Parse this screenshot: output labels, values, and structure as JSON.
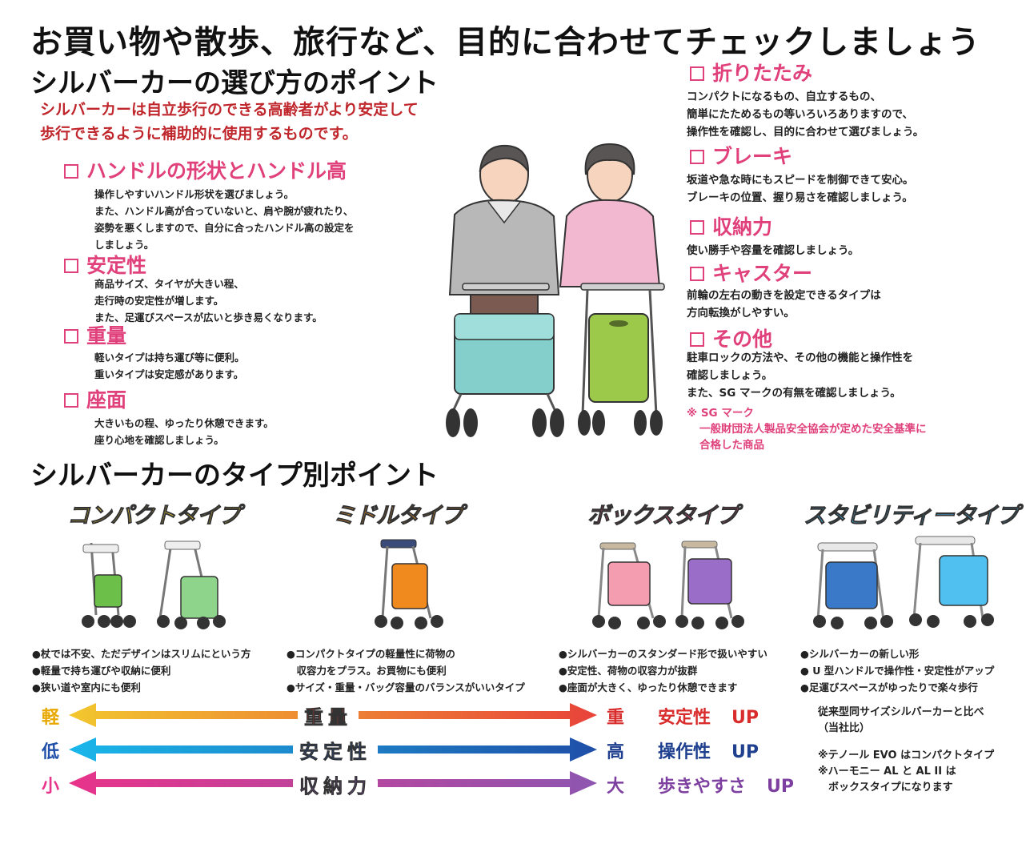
{
  "header": {
    "title": "お買い物や散歩、旅行など、目的に合わせてチェックしましょう",
    "section1": "シルバーカーの選び方のポイント",
    "intro": [
      "シルバーカーは自立歩行のできる高齢者がより安定して",
      "歩行できるように補助的に使用するものです。"
    ]
  },
  "left_points": [
    {
      "title": "ハンドルの形状とハンドル高",
      "lines": [
        "操作しやすいハンドル形状を選びましょう。",
        "また、ハンドル高が合っていないと、肩や腕が疲れたり、",
        "姿勢を悪くしますので、自分に合ったハンドル高の設定を",
        "しましょう。"
      ]
    },
    {
      "title": "安定性",
      "lines": [
        "商品サイズ、タイヤが大きい程、",
        "走行時の安定性が増します。",
        "また、足運びスペースが広いと歩き易くなります。"
      ]
    },
    {
      "title": "重量",
      "lines": [
        "軽いタイプは持ち運び等に便利。",
        "重いタイプは安定感があります。"
      ]
    },
    {
      "title": "座面",
      "lines": [
        "大きいもの程、ゆったり休憩できます。",
        "座り心地を確認しましょう。"
      ]
    }
  ],
  "right_points": [
    {
      "title": "折りたたみ",
      "lines": [
        "コンパクトになるもの、自立するもの、",
        "簡単にたためるもの等いろいろありますので、",
        "操作性を確認し、目的に合わせて選びましょう。"
      ]
    },
    {
      "title": "ブレーキ",
      "lines": [
        "坂道や急な時にもスピードを制御できて安心。",
        "ブレーキの位置、握り易さを確認しましょう。"
      ]
    },
    {
      "title": "収納力",
      "lines": [
        "使い勝手や容量を確認しましょう。"
      ]
    },
    {
      "title": "キャスター",
      "lines": [
        "前輪の左右の動きを設定できるタイプは",
        "方向転換がしやすい。"
      ]
    },
    {
      "title": "その他",
      "lines": [
        "駐車ロックの方法や、その他の機能と操作性を",
        "確認しましょう。",
        "また、SG マークの有無を確認しましょう。"
      ]
    }
  ],
  "sg_note": [
    "※ SG マーク",
    "一般財団法人製品安全協会が定めた安全基準に",
    "合格した商品"
  ],
  "section2": "シルバーカーのタイプ別ポイント",
  "types": [
    {
      "name": "コンパクトタイプ",
      "color": "#f7d233",
      "features": [
        "●杖では不安、ただデザインはスリムにという方",
        "●軽量で持ち運びや収納に便利",
        "●狭い道や室内にも便利"
      ]
    },
    {
      "name": "ミドルタイプ",
      "color": "#f79a2a",
      "features": [
        "●コンパクトタイプの軽量性に荷物の",
        "　収容力をプラス。お買物にも便利",
        "●サイズ・重量・バッグ容量のバランスがいいタイプ"
      ]
    },
    {
      "name": "ボックスタイプ",
      "color": "#e94b8c",
      "features": [
        "●シルバーカーのスタンダード形で扱いやすい",
        "●安定性、荷物の収容力が抜群",
        "●座面が大きく、ゆったり休憩できます"
      ]
    },
    {
      "name": "スタビリティータイプ",
      "color": "#3fb3e8",
      "features": [
        "●シルバーカーの新しい形",
        "● U 型ハンドルで操作性・安定性がアップ",
        "●足運びスペースがゆったりで楽々歩行"
      ]
    }
  ],
  "scales": [
    {
      "left": "軽",
      "mid": "重量",
      "right": "重",
      "up": "安定性",
      "up_suffix": "UP",
      "left_color": "#f2c72e",
      "right_color": "#e8433a",
      "mid_color": "#e8433a",
      "end_text_color": "#d92d2d",
      "up_color": "#d92d2d"
    },
    {
      "left": "低",
      "mid": "安定性",
      "right": "高",
      "up": "操作性",
      "up_suffix": "UP",
      "left_color": "#1ab7ea",
      "right_color": "#1f4fa8",
      "mid_color": "#1f4fa8",
      "end_text_color": "#1f3f8f",
      "up_color": "#1f3f8f"
    },
    {
      "left": "小",
      "mid": "収納力",
      "right": "大",
      "up": "歩きやすさ",
      "up_suffix": "UP",
      "left_color": "#e8338a",
      "right_color": "#8d56b0",
      "mid_color": "#8d56b0",
      "end_text_color": "#7d3fa0",
      "up_color": "#7d3fa0"
    }
  ],
  "scale_left_colors": [
    "#e8a800",
    "#1f4fa8",
    "#e8338a"
  ],
  "side_notes": [
    "従来型同サイズシルバーカーと比べ",
    "（当社比）",
    "※テノール EVO はコンパクトタイプ",
    "※ハーモニー AL と AL II は",
    "　ボックスタイプになります"
  ]
}
